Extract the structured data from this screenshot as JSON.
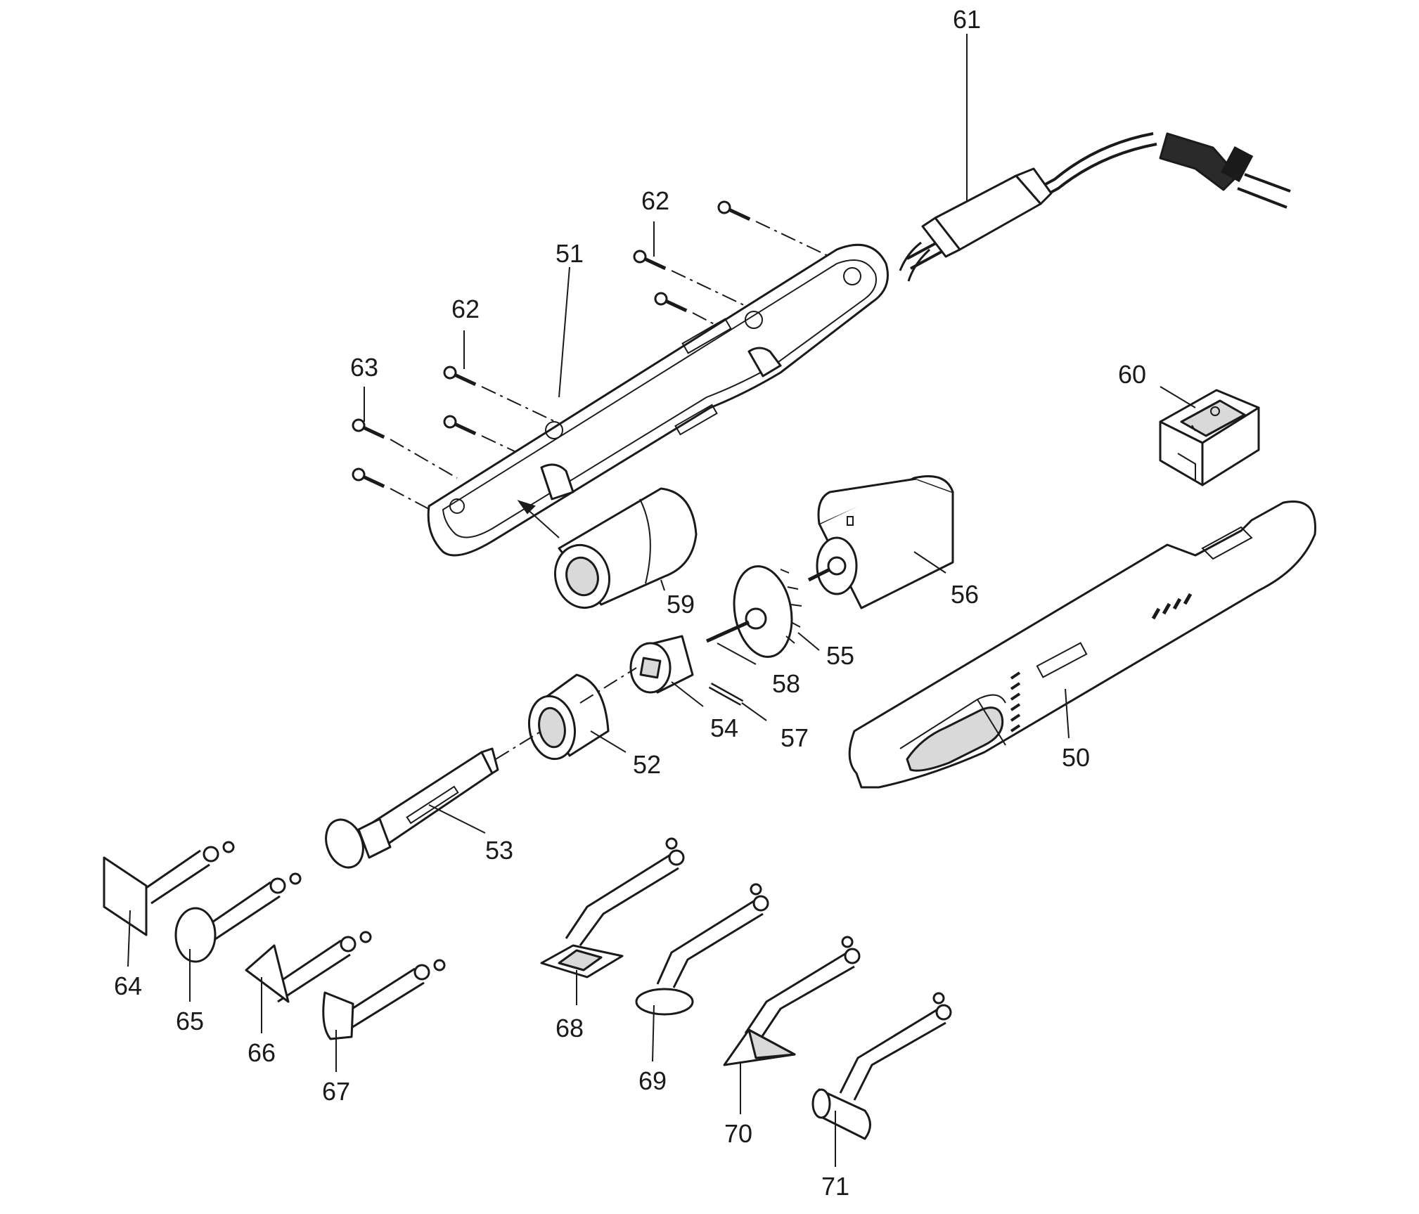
{
  "callouts": {
    "c50": "50",
    "c51": "51",
    "c52": "52",
    "c53": "53",
    "c54": "54",
    "c55": "55",
    "c56": "56",
    "c57": "57",
    "c58": "58",
    "c59": "59",
    "c60": "60",
    "c61": "61",
    "c62a": "62",
    "c62b": "62",
    "c63": "63",
    "c64": "64",
    "c65": "65",
    "c66": "66",
    "c67": "67",
    "c68": "68",
    "c69": "69",
    "c70": "70",
    "c71": "71"
  },
  "colors": {
    "line": "#1a1a1a",
    "shade": "#d9d9d9",
    "background": "#ffffff"
  }
}
